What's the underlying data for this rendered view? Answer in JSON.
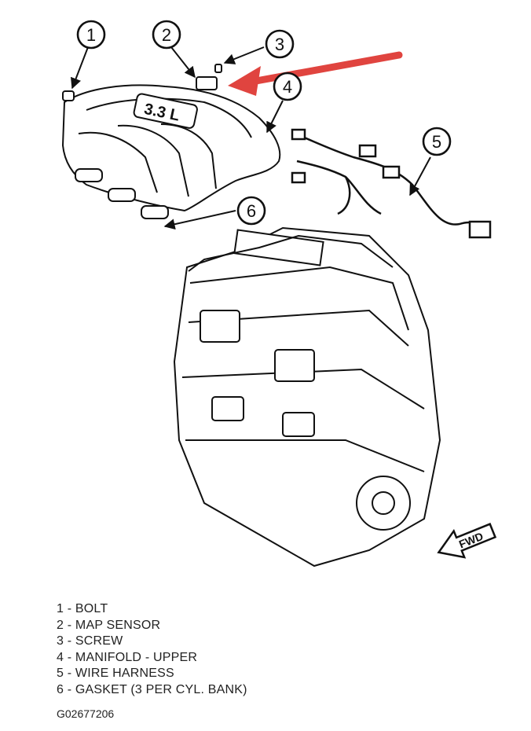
{
  "callouts": [
    {
      "num": "1"
    },
    {
      "num": "2"
    },
    {
      "num": "3"
    },
    {
      "num": "4"
    },
    {
      "num": "5"
    },
    {
      "num": "6"
    }
  ],
  "legend": [
    "1 - BOLT",
    "2 - MAP SENSOR",
    "3 - SCREW",
    "4 - MANIFOLD - UPPER",
    "5 - WIRE HARNESS",
    "6 - GASKET (3 PER CYL. BANK)"
  ],
  "figure_code": "G02677206",
  "manifold_label": "3.3 L",
  "fwd_label": "FWD",
  "colors": {
    "line": "#111111",
    "highlight_arrow": "#e0443f"
  }
}
